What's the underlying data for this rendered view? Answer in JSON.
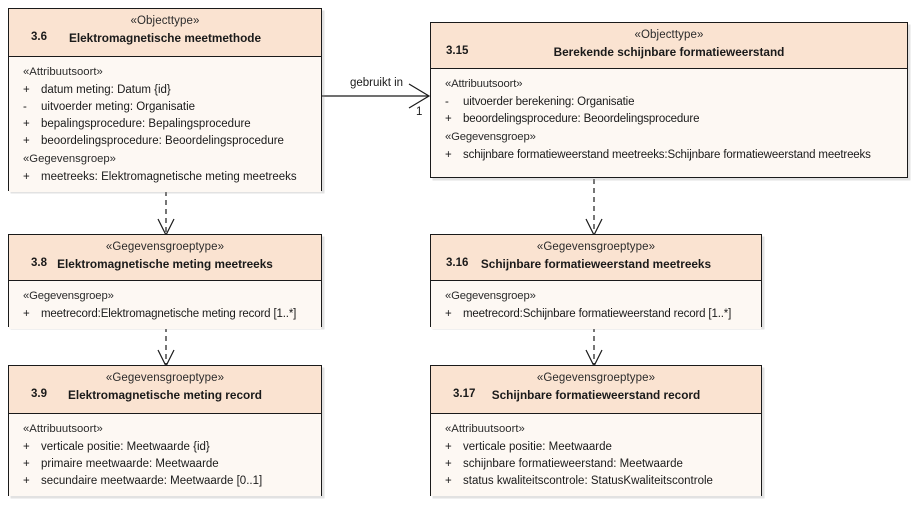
{
  "diagram": {
    "type": "uml-class-diagram",
    "background": "#ffffff",
    "header_fill": "#fae3d1",
    "body_fill": "#fdf8f3",
    "border_color": "#1a1a1a"
  },
  "classes": [
    {
      "id": "emm",
      "index": "3.6",
      "stereotype": "«Objecttype»",
      "name": "Elektromagnetische meetmethode",
      "compartments": [
        {
          "label": "«Attribuutsoort»",
          "attributes": [
            {
              "visibility": "+",
              "text": "datum meting: Datum {id}"
            },
            {
              "visibility": "-",
              "text": "uitvoerder meting: Organisatie"
            },
            {
              "visibility": "+",
              "text": "bepalingsprocedure: Bepalingsprocedure"
            },
            {
              "visibility": "+",
              "text": "beoordelingsprocedure: Beoordelingsprocedure"
            }
          ]
        },
        {
          "label": "«Gegevensgroep»",
          "attributes": [
            {
              "visibility": "+",
              "text": "meetreeks: Elektromagnetische meting meetreeks"
            }
          ]
        }
      ]
    },
    {
      "id": "bsf",
      "index": "3.15",
      "stereotype": "«Objecttype»",
      "name": "Berekende schijnbare formatieweerstand",
      "compartments": [
        {
          "label": "«Attribuutsoort»",
          "attributes": [
            {
              "visibility": "-",
              "text": "uitvoerder berekening: Organisatie"
            },
            {
              "visibility": "+",
              "text": "beoordelingsprocedure: Beoordelingsprocedure"
            }
          ]
        },
        {
          "label": "«Gegevensgroep»",
          "attributes": [
            {
              "visibility": "+",
              "text": "schijnbare formatieweerstand meetreeks:Schijnbare formatieweerstand meetreeks"
            }
          ]
        }
      ]
    },
    {
      "id": "emm-reeks",
      "index": "3.8",
      "stereotype": "«Gegevensgroeptype»",
      "name": "Elektromagnetische meting meetreeks",
      "compartments": [
        {
          "label": "«Gegevensgroep»",
          "attributes": [
            {
              "visibility": "+",
              "text": "meetrecord:Elektromagnetische meting record [1..*]"
            }
          ]
        }
      ]
    },
    {
      "id": "sfw-reeks",
      "index": "3.16",
      "stereotype": "«Gegevensgroeptype»",
      "name": "Schijnbare formatieweerstand meetreeks",
      "compartments": [
        {
          "label": "«Gegevensgroep»",
          "attributes": [
            {
              "visibility": "+",
              "text": "meetrecord:Schijnbare formatieweerstand record [1..*]"
            }
          ]
        }
      ]
    },
    {
      "id": "emm-record",
      "index": "3.9",
      "stereotype": "«Gegevensgroeptype»",
      "name": "Elektromagnetische meting record",
      "compartments": [
        {
          "label": "«Attribuutsoort»",
          "attributes": [
            {
              "visibility": "+",
              "text": "verticale positie: Meetwaarde {id}"
            },
            {
              "visibility": "+",
              "text": "primaire meetwaarde: Meetwaarde"
            },
            {
              "visibility": "+",
              "text": "secundaire meetwaarde: Meetwaarde [0..1]"
            }
          ]
        }
      ]
    },
    {
      "id": "sfw-record",
      "index": "3.17",
      "stereotype": "«Gegevensgroeptype»",
      "name": "Schijnbare formatieweerstand record",
      "compartments": [
        {
          "label": "«Attribuutsoort»",
          "attributes": [
            {
              "visibility": "+",
              "text": "verticale positie: Meetwaarde"
            },
            {
              "visibility": "+",
              "text": "schijnbare formatieweerstand: Meetwaarde"
            },
            {
              "visibility": "+",
              "text": "status kwaliteitscontrole: StatusKwaliteitscontrole"
            }
          ]
        }
      ]
    }
  ],
  "connectors": [
    {
      "id": "gebruikt-in",
      "kind": "association",
      "label": "gebruikt in",
      "source_multiplicity": "",
      "target_multiplicity": "1",
      "from": "emm",
      "to": "bsf"
    },
    {
      "id": "emm-to-reeks",
      "kind": "dependency",
      "label": "",
      "from": "emm",
      "to": "emm-reeks"
    },
    {
      "id": "reeks-to-record",
      "kind": "dependency",
      "label": "",
      "from": "emm-reeks",
      "to": "emm-record"
    },
    {
      "id": "bsf-to-reeks",
      "kind": "dependency",
      "label": "",
      "from": "bsf",
      "to": "sfw-reeks"
    },
    {
      "id": "sfwreeks-to-record",
      "kind": "dependency",
      "label": "",
      "from": "sfw-reeks",
      "to": "sfw-record"
    }
  ]
}
